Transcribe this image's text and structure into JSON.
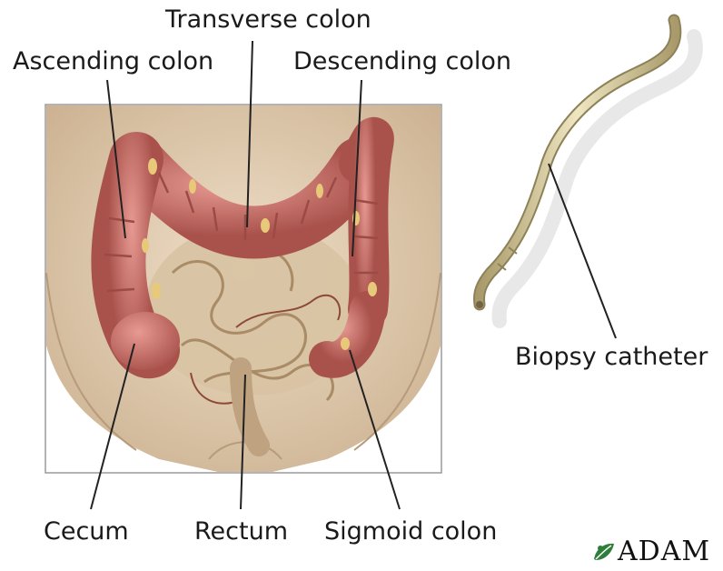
{
  "labels": {
    "transverse_colon": "Transverse colon",
    "ascending_colon": "Ascending colon",
    "descending_colon": "Descending colon",
    "biopsy_catheter": "Biopsy catheter",
    "cecum": "Cecum",
    "rectum": "Rectum",
    "sigmoid_colon": "Sigmoid colon"
  },
  "logo": {
    "text": "ADAM",
    "icon": "leaf-icon"
  },
  "colors": {
    "colon": "#c9706a",
    "colon_dark": "#9c4a46",
    "skin": "#e7d3b8",
    "small_intestine": "#d8c3a3",
    "catheter": "#d9cd9c",
    "leader_line": "#222222",
    "logo_green": "#2f7d3a"
  }
}
